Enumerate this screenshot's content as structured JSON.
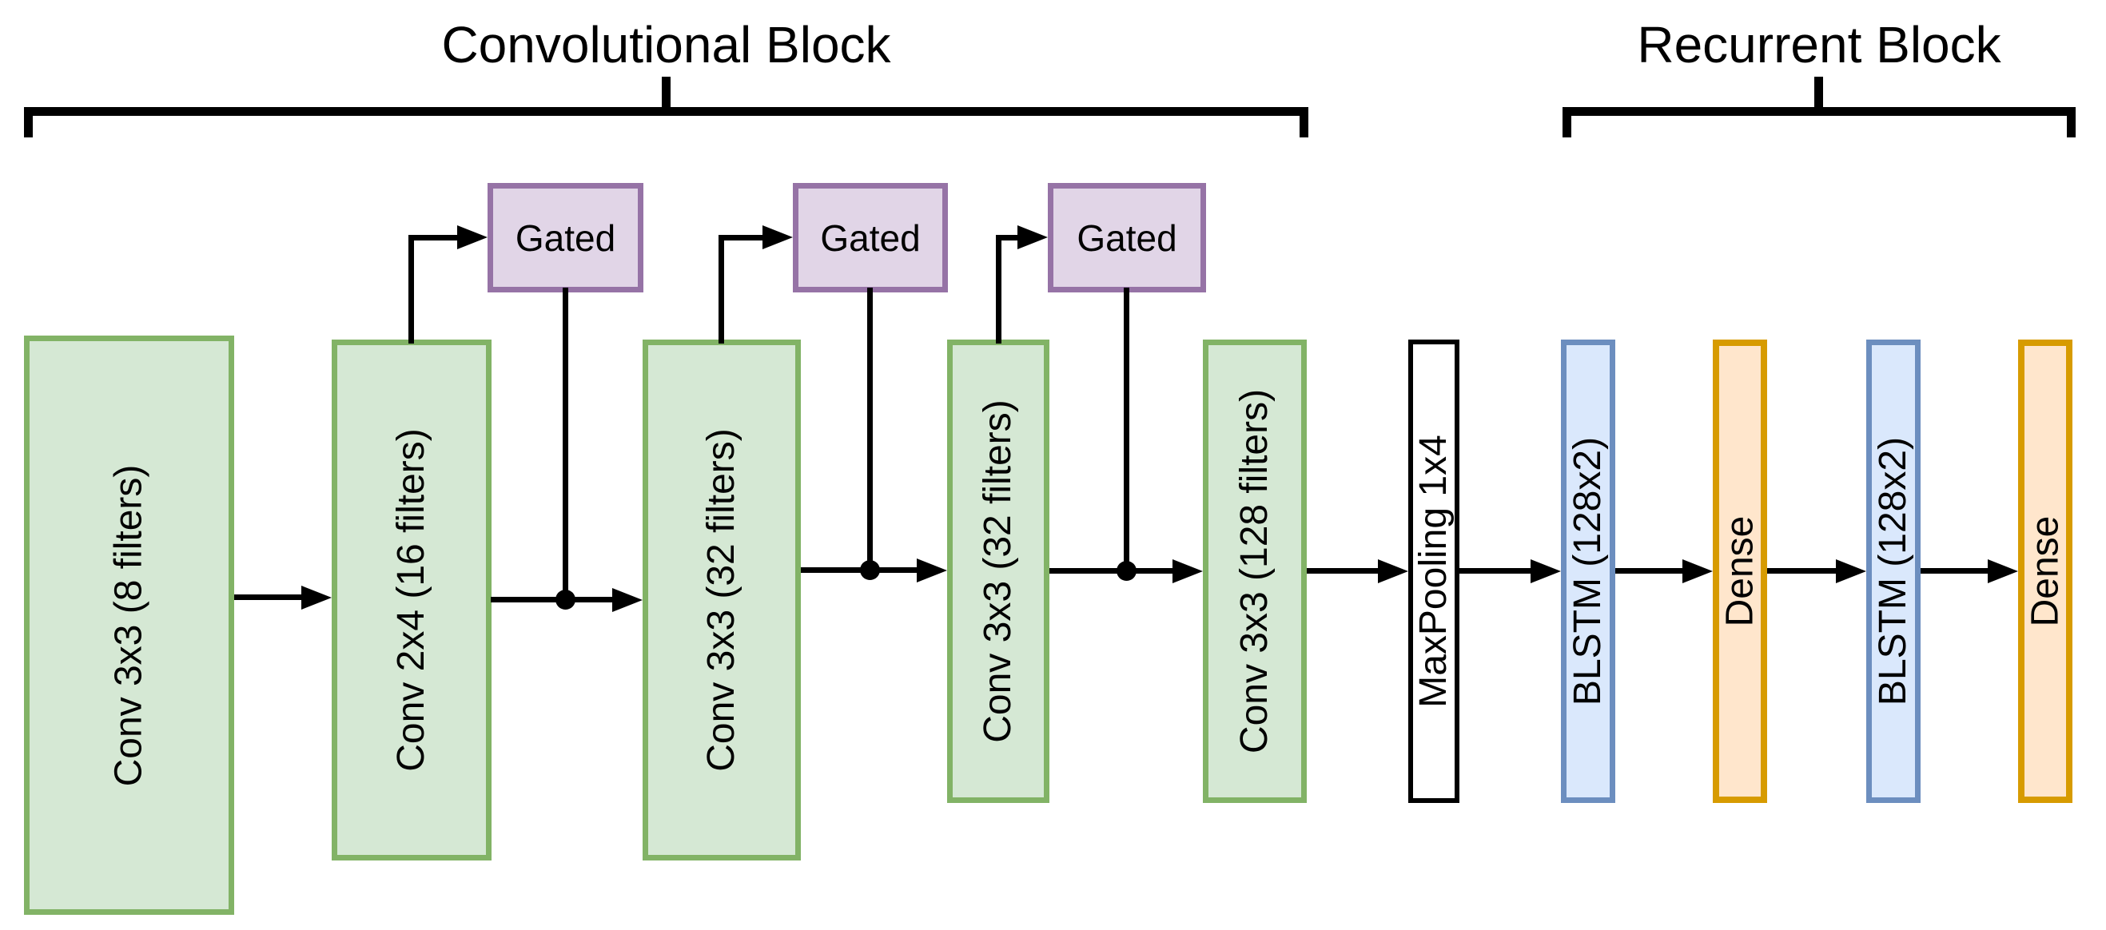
{
  "diagram": {
    "type": "neural-network-architecture",
    "background": "#ffffff",
    "titles": {
      "conv_block": "Convolutional Block",
      "recurrent_block": "Recurrent Block"
    },
    "nodes": [
      {
        "id": "conv_3x3_8",
        "label": "Conv 3x3 (8 filters)",
        "type": "conv"
      },
      {
        "id": "conv_2x4_16",
        "label": "Conv 2x4 (16 filters)",
        "type": "conv"
      },
      {
        "id": "conv_3x3_32_a",
        "label": "Conv 3x3 (32 filters)",
        "type": "conv"
      },
      {
        "id": "conv_3x3_32_b",
        "label": "Conv 3x3 (32 filters)",
        "type": "conv"
      },
      {
        "id": "conv_3x3_128",
        "label": "Conv 3x3 (128 filters)",
        "type": "conv"
      },
      {
        "id": "maxpooling_1x4",
        "label": "MaxPooling 1x4",
        "type": "pool"
      },
      {
        "id": "blstm_1",
        "label": "BLSTM (128x2)",
        "type": "rnn"
      },
      {
        "id": "dense_1",
        "label": "Dense",
        "type": "dense"
      },
      {
        "id": "blstm_2",
        "label": "BLSTM (128x2)",
        "type": "rnn"
      },
      {
        "id": "dense_2",
        "label": "Dense",
        "type": "dense"
      }
    ],
    "gates": [
      {
        "label": "Gated",
        "input": "conv_2x4_16",
        "merges_into": "conv_3x3_32_a"
      },
      {
        "label": "Gated",
        "input": "conv_3x3_32_a",
        "merges_into": "conv_3x3_32_b"
      },
      {
        "label": "Gated",
        "input": "conv_3x3_32_b",
        "merges_into": "conv_3x3_128"
      }
    ],
    "connections": [
      {
        "from": "conv_3x3_8",
        "to": "conv_2x4_16"
      },
      {
        "from": "conv_2x4_16",
        "to": "conv_3x3_32_a",
        "junction_with_gate": 1
      },
      {
        "from": "conv_3x3_32_a",
        "to": "conv_3x3_32_b",
        "junction_with_gate": 2
      },
      {
        "from": "conv_3x3_32_b",
        "to": "conv_3x3_128",
        "junction_with_gate": 3
      },
      {
        "from": "conv_3x3_128",
        "to": "maxpooling_1x4"
      },
      {
        "from": "maxpooling_1x4",
        "to": "blstm_1"
      },
      {
        "from": "blstm_1",
        "to": "dense_1"
      },
      {
        "from": "dense_1",
        "to": "blstm_2"
      },
      {
        "from": "blstm_2",
        "to": "dense_2"
      }
    ],
    "colors": {
      "conv_fill": "#d5e8d4",
      "conv_stroke": "#82b366",
      "gate_fill": "#e1d5e7",
      "gate_stroke": "#9673a6",
      "pool_fill": "#ffffff",
      "pool_stroke": "#000000",
      "rnn_fill": "#dae8fc",
      "rnn_stroke": "#6c8ebf",
      "dense_fill": "#ffe6cc",
      "dense_stroke": "#d79b00",
      "line": "#000000",
      "text": "#000000",
      "background": "#ffffff"
    }
  }
}
